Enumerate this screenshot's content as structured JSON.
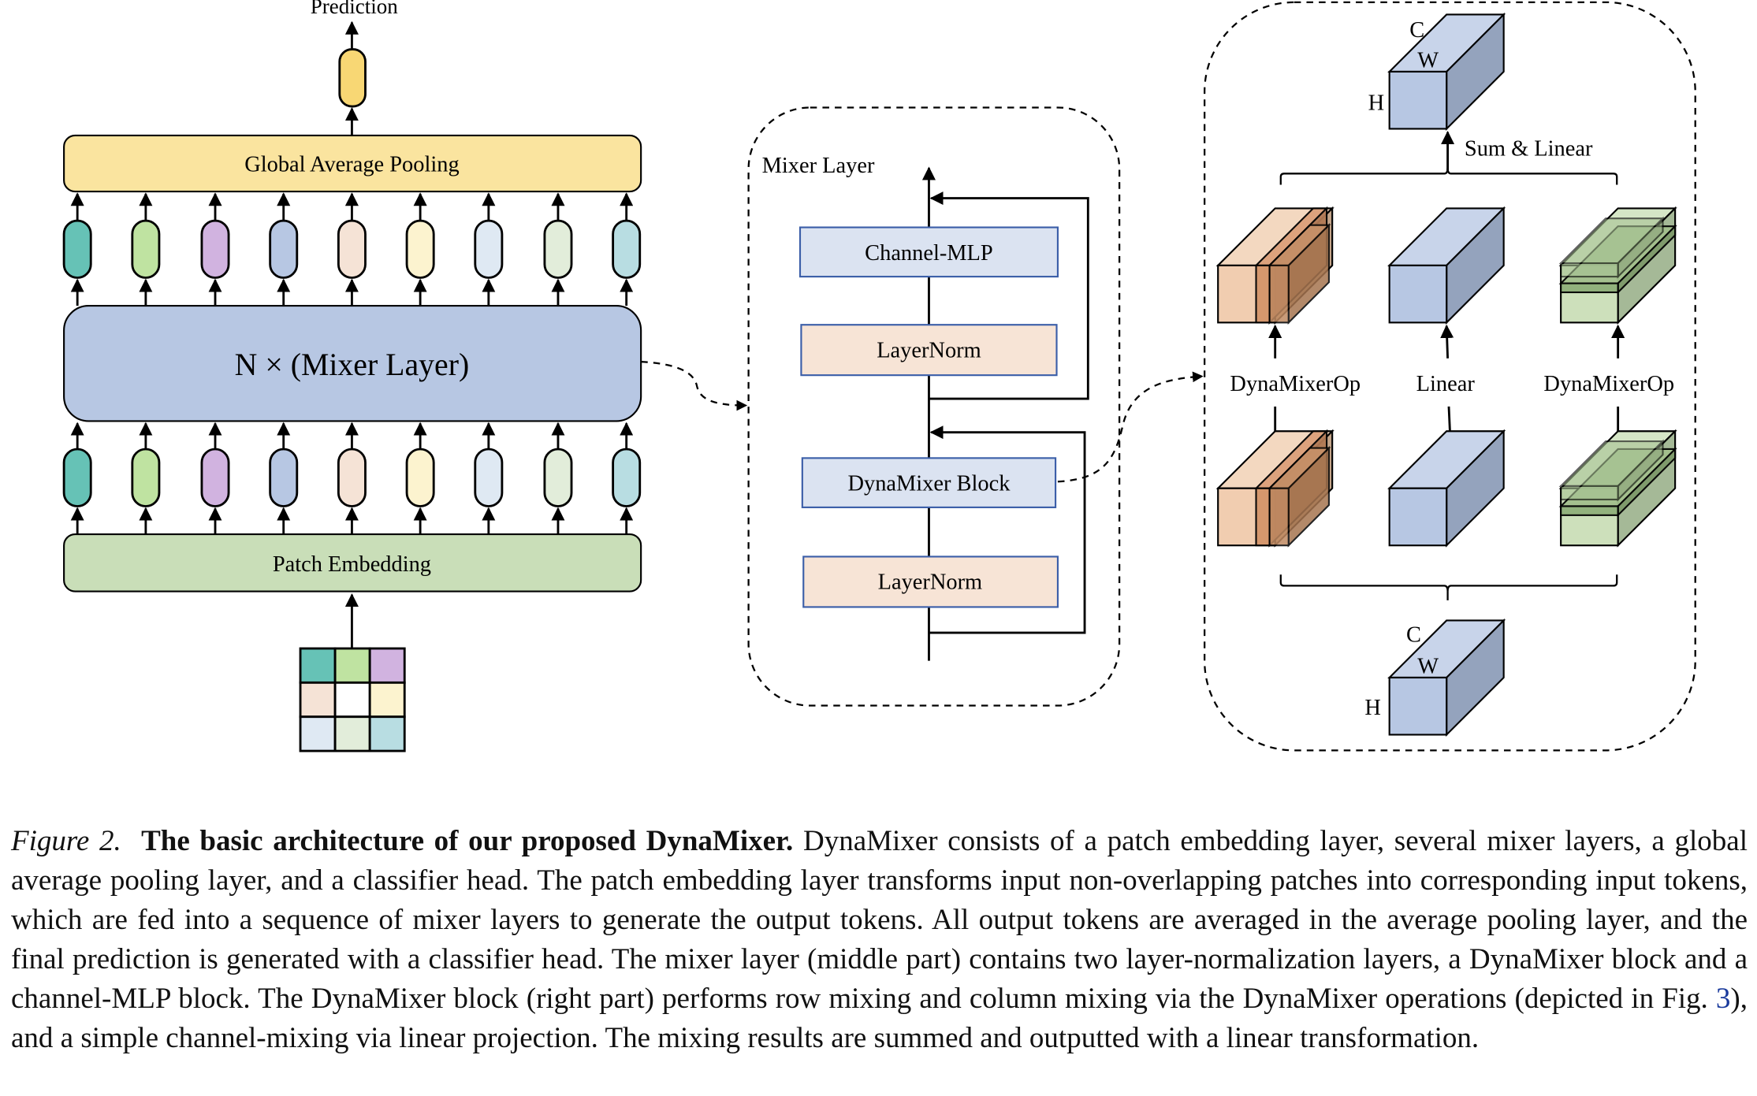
{
  "left": {
    "prediction_label": "Prediction",
    "pooling_label": "Global Average Pooling",
    "mixer_label": "N × (Mixer Layer)",
    "embedding_label": "Patch Embedding",
    "token_colors": [
      "#66c2b6",
      "#bfe3a1",
      "#d1b3e0",
      "#b7c7e3",
      "#f5e3d6",
      "#fcf3cf",
      "#dfe9f3",
      "#e2edda",
      "#b8dde2"
    ],
    "patch_colors": [
      "#66c2b6",
      "#bfe3a1",
      "#d1b3e0",
      "#f5e3d6",
      "#ffffff",
      "#fcf3cf",
      "#dfe9f3",
      "#e2edda",
      "#b8dde2"
    ],
    "prediction_color": "#f8d774"
  },
  "middle": {
    "title": "Mixer Layer",
    "blocks": [
      "Channel-MLP",
      "LayerNorm",
      "DynaMixer Block",
      "LayerNorm"
    ]
  },
  "right": {
    "sum_label": "Sum & Linear",
    "ops": [
      "DynaMixerOp",
      "Linear",
      "DynaMixerOp"
    ],
    "dims": {
      "c": "C",
      "w": "W",
      "h": "H"
    }
  },
  "caption": {
    "figure": "Figure 2.",
    "title": "The basic architecture of our proposed DynaMixer.",
    "body_1": " DynaMixer consists of a patch embedding layer, several mixer layers, a global average pooling layer, and a classifier head.  The patch embedding layer transforms input non-overlapping patches into corresponding input tokens, which are fed into a sequence of mixer layers to generate the output tokens. All output tokens are averaged in the average pooling layer, and the final prediction is generated with a classifier head.  The mixer layer (middle part) contains two layer-normalization layers, a DynaMixer block and a channel-MLP block. The DynaMixer block (right part) performs row mixing and column mixing via the DynaMixer operations (depicted in Fig. ",
    "ref": "3",
    "body_2": "), and a simple channel-mixing via linear projection. The mixing results are summed and outputted with a linear transformation."
  }
}
